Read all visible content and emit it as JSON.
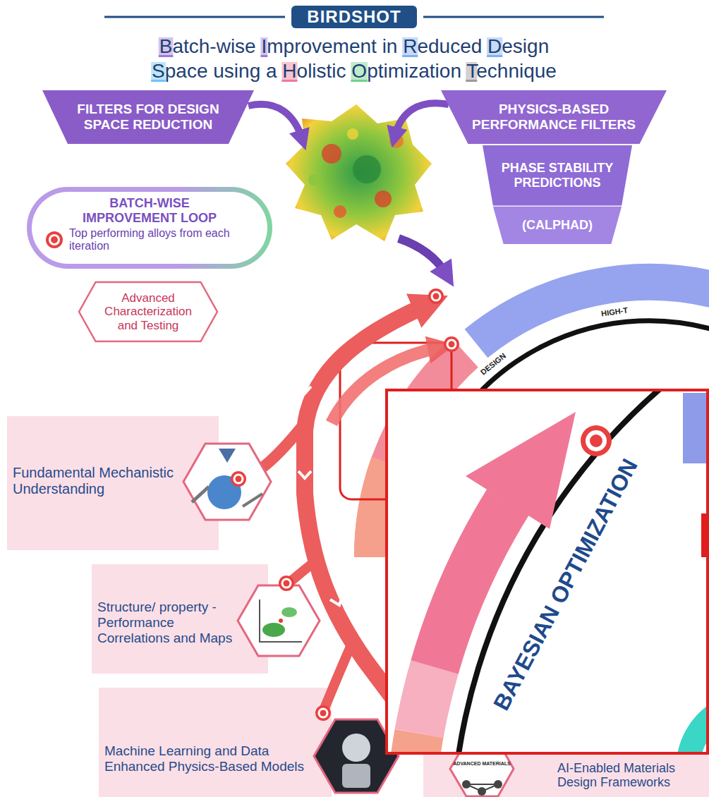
{
  "diagram": {
    "title": "BIRDSHOT",
    "nodes": [
      {
        "text": [
          "FILTERS FOR DESIGN SPACE REDUCTION"
        ]
      },
      {
        "text": [
          "PHYSICS-BASED PERFORMANCE FILTERS"
        ]
      },
      {
        "text": [
          "PHASE STABILITY PREDICTIONS",
          "(CALPHAD)"
        ]
      },
      {
        "text": [
          "BATCH-WISE IMPROVEMENT LOOP"
        ]
      },
      {
        "text": [
          "Advanced Characterization and Testing"
        ]
      },
      {
        "text": [
          "Fundamental Mechanistic Understanding"
        ]
      },
      {
        "text": [
          "Structure/ property -Performance Correlations and Maps"
        ]
      },
      {
        "text": [
          "Machine Learning and Data Enhanced Physics-Based Models"
        ]
      },
      {
        "text": [
          "AI-Enabled Materials Design Frameworks"
        ]
      }
    ],
    "labels": [
      "Batch-wise Improvement in Reduced Design Space using a Holistic Optimization Technique",
      "DESIGN",
      "HIGH-T",
      "BAYESIAN OPTIMIZATION",
      "ADVANCED MATERIALS"
    ],
    "legend": [
      {
        "text": "Top performing alloys from each iteration"
      }
    ]
  }
}
